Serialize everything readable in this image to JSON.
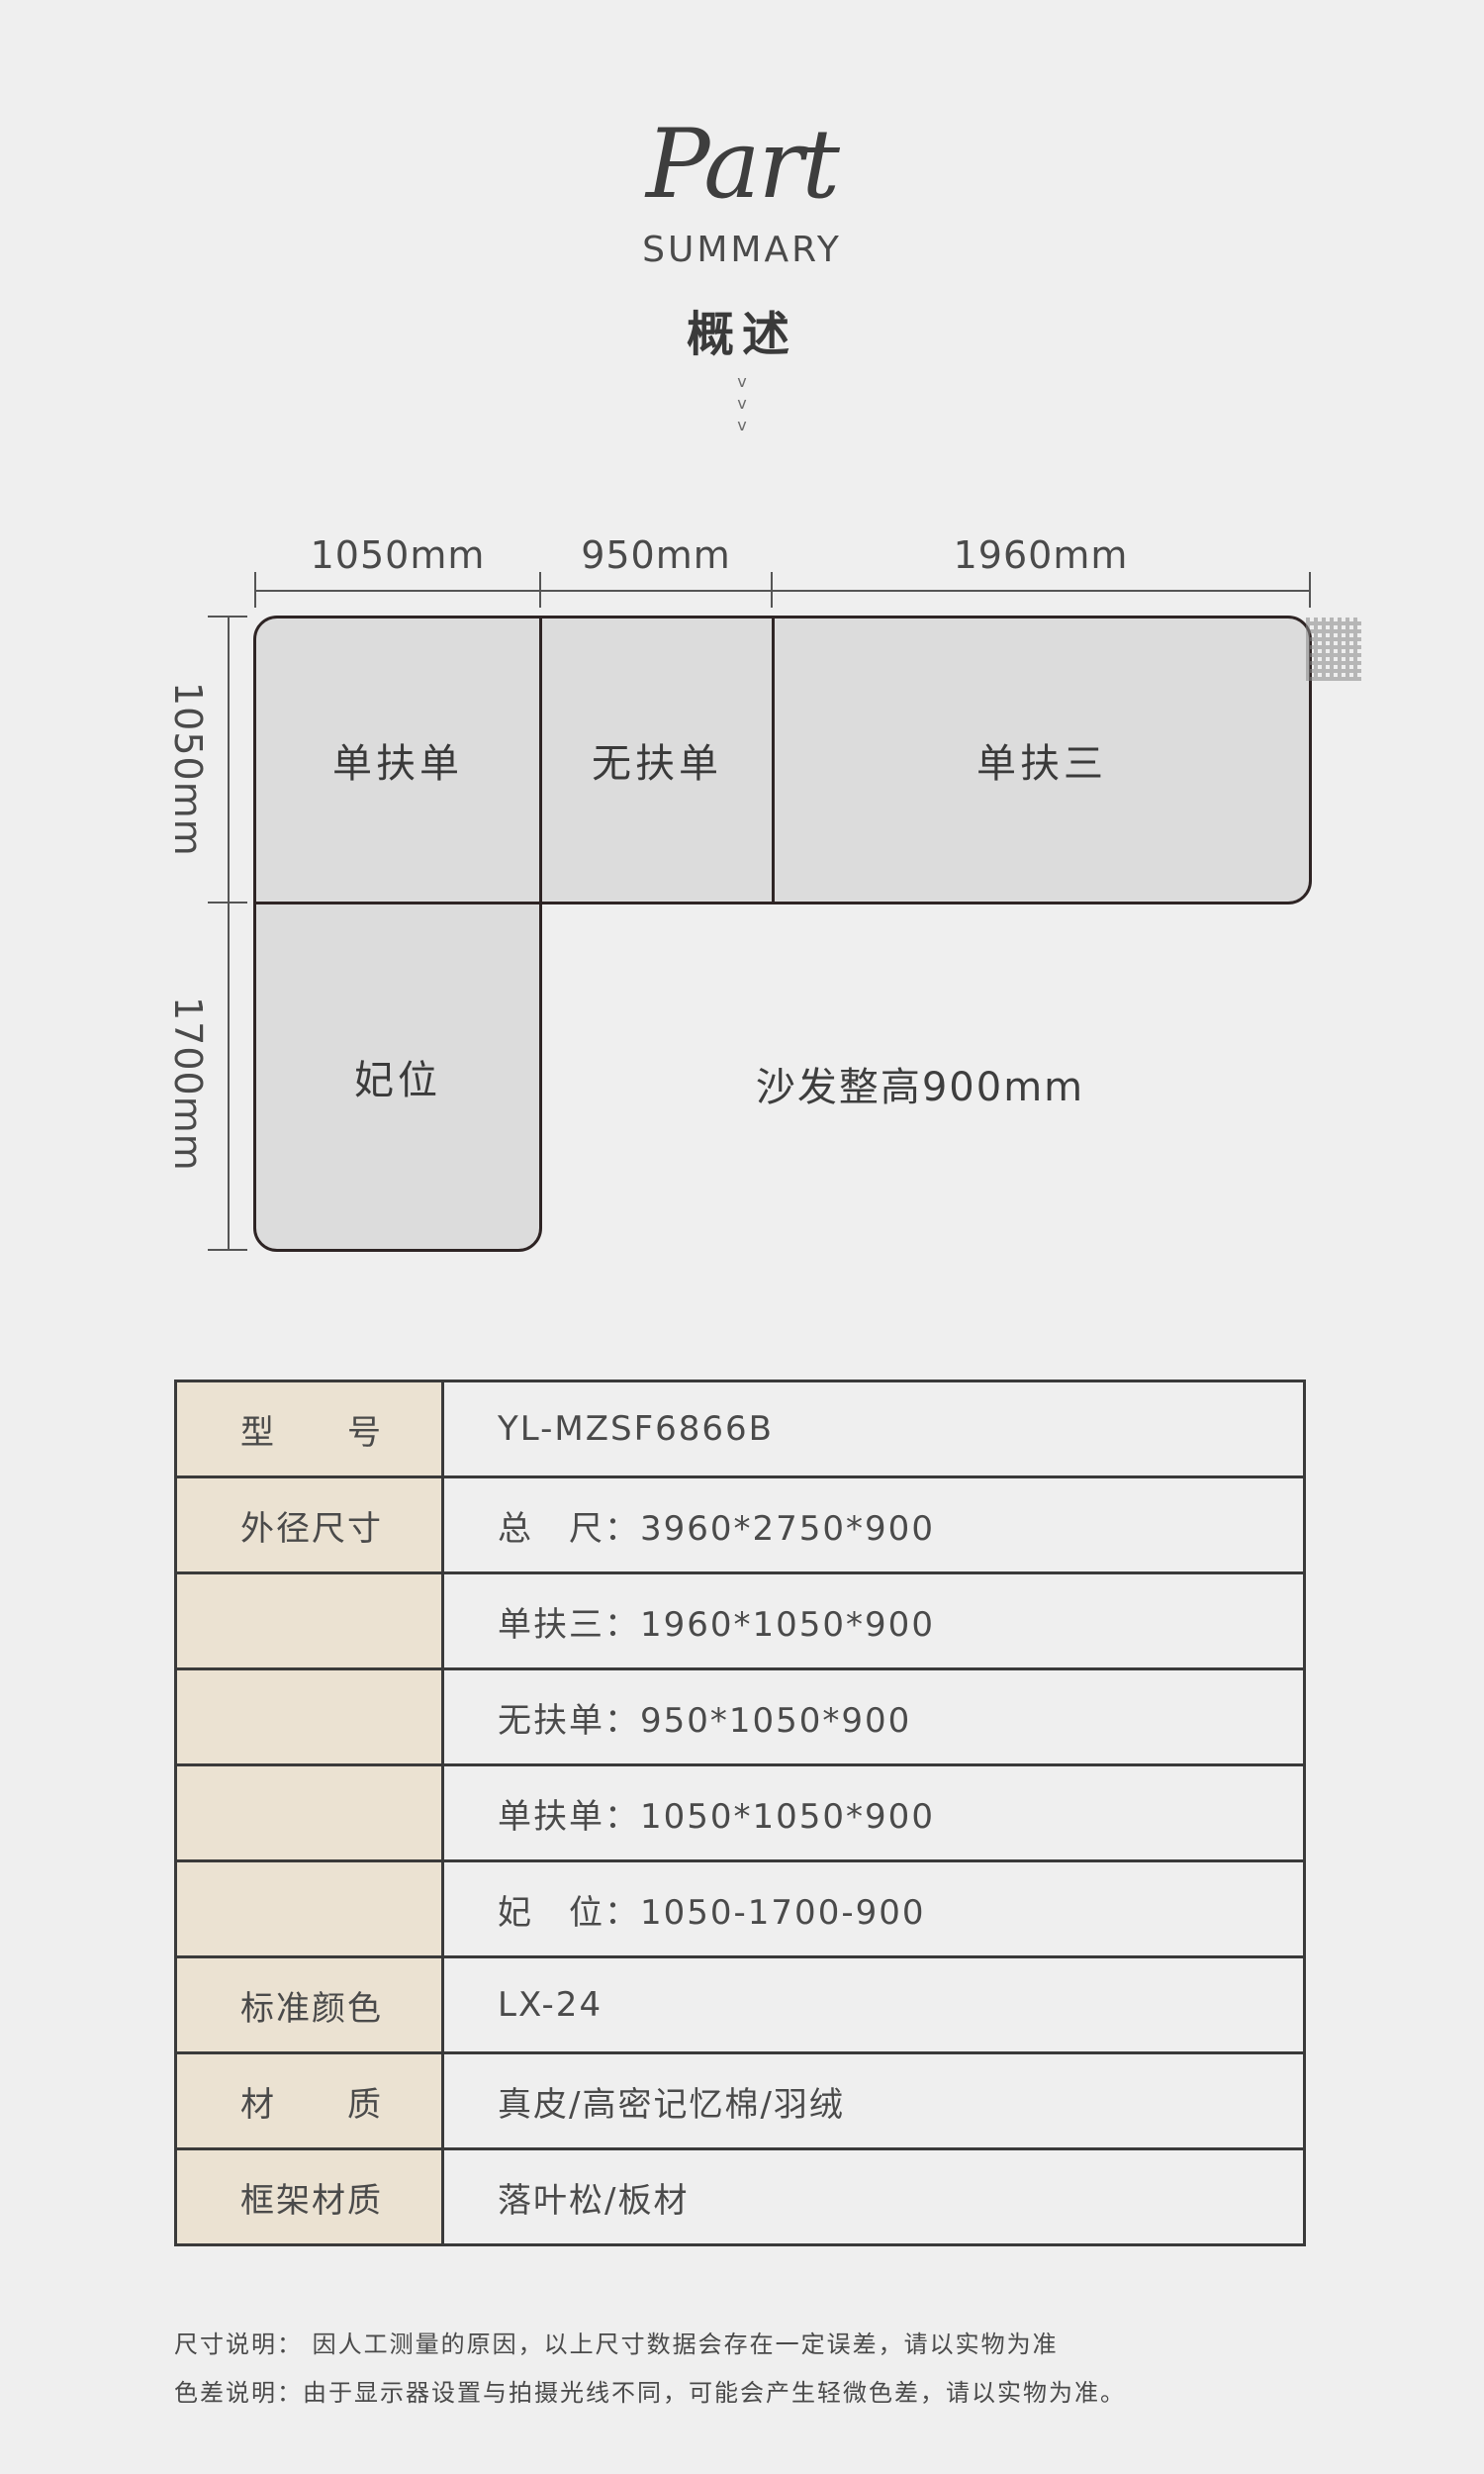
{
  "header": {
    "script_title": "Part",
    "summary": "SUMMARY",
    "title_cn": "概述",
    "chevrons": [
      "v",
      "v",
      "v"
    ]
  },
  "diagram": {
    "top_dims": [
      "1050mm",
      "950mm",
      "1960mm"
    ],
    "left_dims": [
      "1050mm",
      "1700mm"
    ],
    "seats": {
      "single_arm_single": "单扶单",
      "no_arm_single": "无扶单",
      "single_arm_triple": "单扶三",
      "chaise": "妃位"
    },
    "height_note": "沙发整高900mm",
    "seat_color": "#dcdcdc",
    "outline_color": "#2e2424"
  },
  "spec_table": {
    "rows": [
      {
        "key": "型　　号",
        "value": "YL-MZSF6866B"
      },
      {
        "key": "外径尺寸",
        "value": "总　尺：3960*2750*900"
      },
      {
        "key": "",
        "value": "单扶三：1960*1050*900"
      },
      {
        "key": "",
        "value": "无扶单：950*1050*900"
      },
      {
        "key": "",
        "value": "单扶单：1050*1050*900"
      },
      {
        "key": "",
        "value": "妃　位：1050-1700-900"
      },
      {
        "key": "标准颜色",
        "value": "LX-24"
      },
      {
        "key": "材　　质",
        "value": "真皮/高密记忆棉/羽绒"
      },
      {
        "key": "框架材质",
        "value": "落叶松/板材"
      }
    ],
    "key_bg": "#ebe2d2"
  },
  "notes": {
    "size_note": "尺寸说明： 因人工测量的原因，以上尺寸数据会存在一定误差，请以实物为准",
    "color_note": "色差说明：由于显示器设置与拍摄光线不同，可能会产生轻微色差，请以实物为准。"
  }
}
